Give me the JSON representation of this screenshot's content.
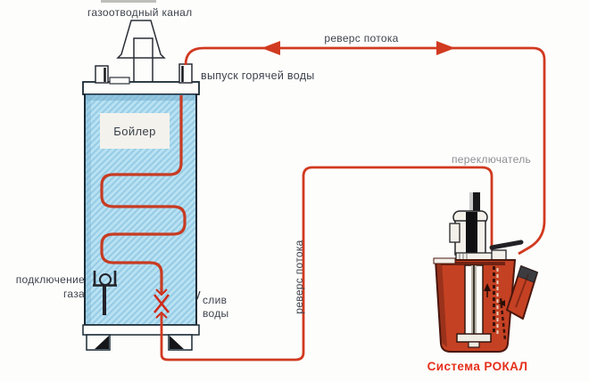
{
  "diagram": {
    "labels": {
      "flue": "газоотводный канал",
      "reverse_top": "реверс потока",
      "hot_water_outlet": "выпуск горячей воды",
      "boiler": "Бойлер",
      "switch": "переключатель",
      "gas_line1": "подключение",
      "gas_line2": "газа",
      "drain_line1": "слив",
      "drain_line2": "воды",
      "reverse_vertical": "реверс потока",
      "system": "Система РОКАЛ"
    },
    "colors": {
      "pipe_red": "#d13a20",
      "boiler_fill": "#aedcf0",
      "boiler_outline": "#1a2a35",
      "device_body_red": "#c54123",
      "label_text": "#3e434d",
      "switch_label_text": "#8d8d95",
      "system_label_red": "#e5301c"
    },
    "icons": {
      "chimney": "flue-duct-with-draft-hood",
      "gas": "gas-burner-connection",
      "valve": "drain-valve-cross",
      "arrows": "flow-direction-arrowheads",
      "pump": "rocal-pump-with-motor-spout-and-switch"
    }
  }
}
